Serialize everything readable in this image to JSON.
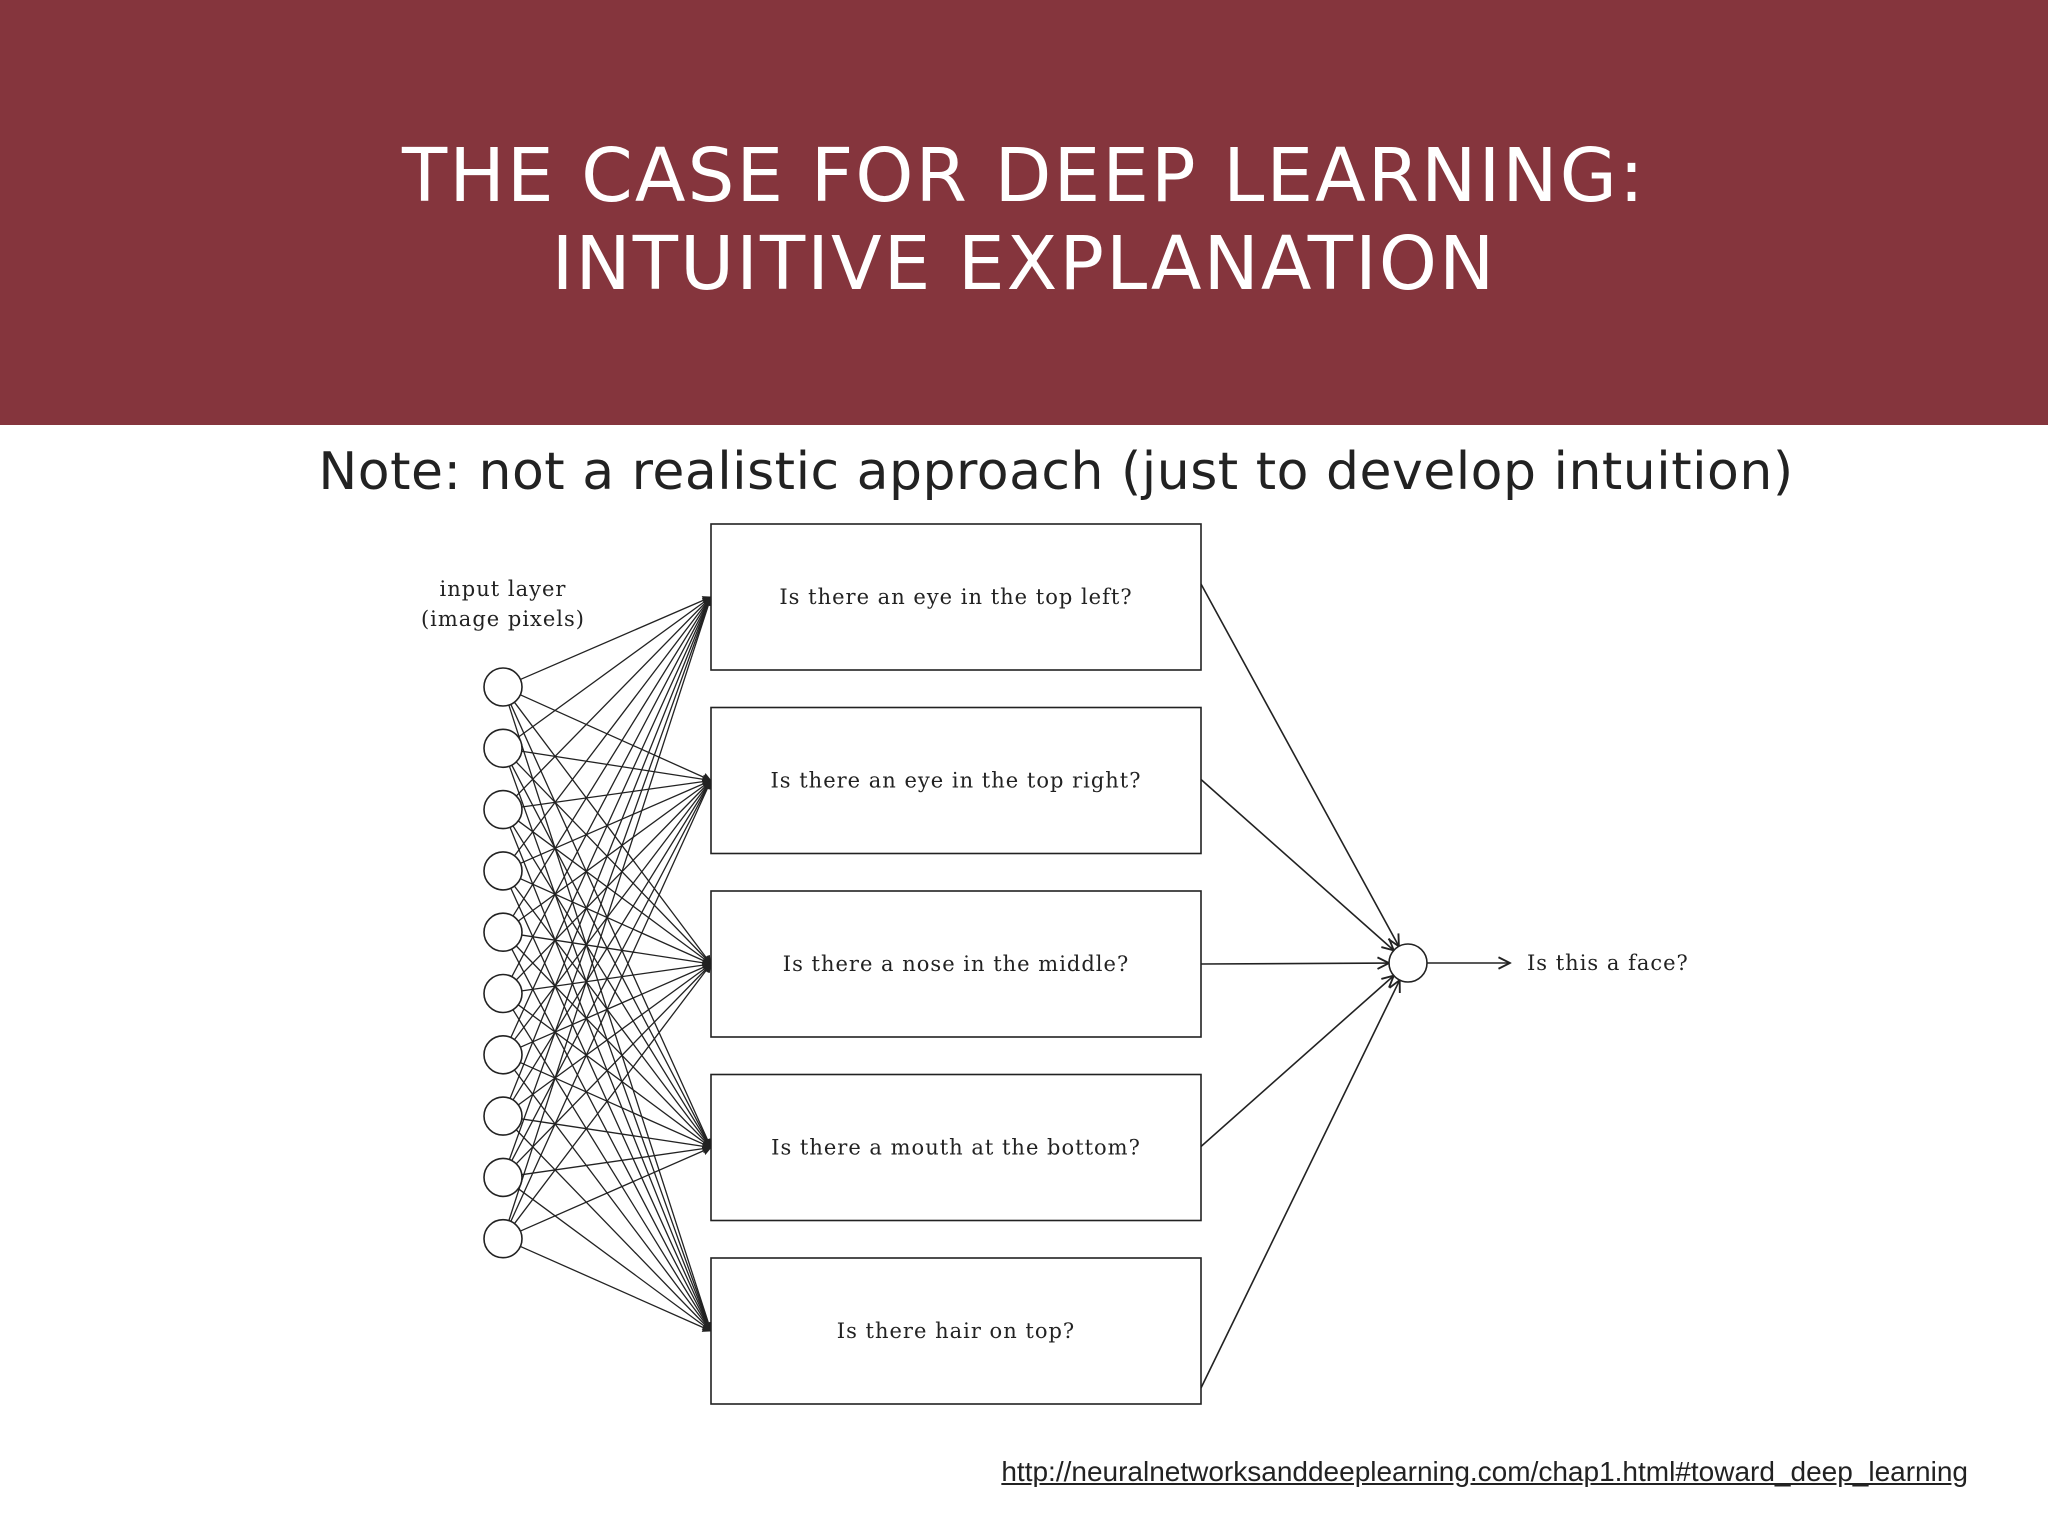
{
  "colors": {
    "header_bg": "#85353d",
    "title_text": "#ffffff",
    "line": "#222222"
  },
  "slide": {
    "title_line1": "THE CASE FOR DEEP LEARNING:",
    "title_line2": "INTUITIVE EXPLANATION",
    "note": "Note: not a realistic approach  (just to develop intuition)",
    "source_link": "http://neuralnetworksanddeeplearning.com/chap1.html#toward_deep_learning"
  },
  "diagram": {
    "input_label_line1": "input layer",
    "input_label_line2": "(image pixels)",
    "input_node_count": 10,
    "questions": [
      "Is there an eye in the top left?",
      "Is there an eye in the top right?",
      "Is there a nose in the middle?",
      "Is there a mouth at the bottom?",
      "Is there hair on top?"
    ],
    "output_label": "Is this a face?"
  }
}
